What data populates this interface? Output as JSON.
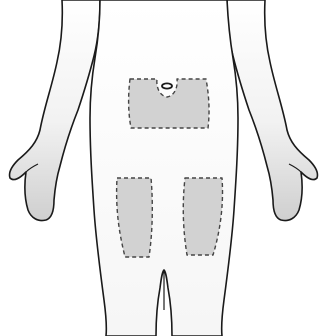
{
  "colors": {
    "background": "#ffffff",
    "body_outline": "#1a1a1a",
    "body_fill_light": "#ffffff",
    "body_fill_shade": "#d4d4d4",
    "zone_fill": "#d2d2d2",
    "zone_outline": "#444444"
  },
  "figure": {
    "type": "body-outline-front-lower-torso",
    "icons": [
      "navel-icon"
    ]
  },
  "injection_zones": [
    {
      "id": "abdomen",
      "shape": "dashed-region"
    },
    {
      "id": "left-thigh",
      "shape": "dashed-region"
    },
    {
      "id": "right-thigh",
      "shape": "dashed-region"
    }
  ]
}
